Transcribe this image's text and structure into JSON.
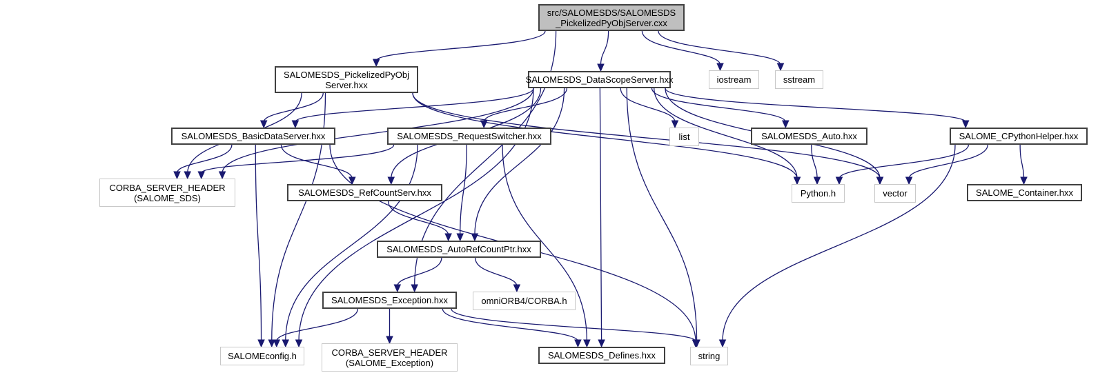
{
  "graph": {
    "type": "include-dependency-graph",
    "edge_color": "#191970",
    "nodes": [
      {
        "id": "root",
        "label": "src/SALOMESDS/SALOMESDS\n_PickelizedPyObjServer.cxx",
        "kind": "root"
      },
      {
        "id": "pickhxx",
        "label": "SALOMESDS_PickelizedPyObj\nServer.hxx",
        "kind": "documented"
      },
      {
        "id": "dss",
        "label": "SALOMESDS_DataScopeServer.hxx",
        "kind": "documented"
      },
      {
        "id": "iostream",
        "label": "iostream",
        "kind": "external"
      },
      {
        "id": "sstream",
        "label": "sstream",
        "kind": "external"
      },
      {
        "id": "bds",
        "label": "SALOMESDS_BasicDataServer.hxx",
        "kind": "documented"
      },
      {
        "id": "rsw",
        "label": "SALOMESDS_RequestSwitcher.hxx",
        "kind": "documented"
      },
      {
        "id": "list",
        "label": "list",
        "kind": "external"
      },
      {
        "id": "auto",
        "label": "SALOMESDS_Auto.hxx",
        "kind": "documented"
      },
      {
        "id": "cpy",
        "label": "SALOME_CPythonHelper.hxx",
        "kind": "documented"
      },
      {
        "id": "corbasds",
        "label": "CORBA_SERVER_HEADER\n(SALOME_SDS)",
        "kind": "external"
      },
      {
        "id": "rcs",
        "label": "SALOMESDS_RefCountServ.hxx",
        "kind": "documented"
      },
      {
        "id": "python",
        "label": "Python.h",
        "kind": "external"
      },
      {
        "id": "vector",
        "label": "vector",
        "kind": "external"
      },
      {
        "id": "container",
        "label": "SALOME_Container.hxx",
        "kind": "documented"
      },
      {
        "id": "arcp",
        "label": "SALOMESDS_AutoRefCountPtr.hxx",
        "kind": "documented"
      },
      {
        "id": "exc",
        "label": "SALOMESDS_Exception.hxx",
        "kind": "documented"
      },
      {
        "id": "omni",
        "label": "omniORB4/CORBA.h",
        "kind": "external"
      },
      {
        "id": "config",
        "label": "SALOMEconfig.h",
        "kind": "external"
      },
      {
        "id": "corbaexc",
        "label": "CORBA_SERVER_HEADER\n(SALOME_Exception)",
        "kind": "external"
      },
      {
        "id": "defines",
        "label": "SALOMESDS_Defines.hxx",
        "kind": "documented"
      },
      {
        "id": "string",
        "label": "string",
        "kind": "external"
      }
    ],
    "edges": [
      [
        "root",
        "pickhxx"
      ],
      [
        "root",
        "dss"
      ],
      [
        "root",
        "iostream"
      ],
      [
        "root",
        "sstream"
      ],
      [
        "root",
        "exc"
      ],
      [
        "pickhxx",
        "bds"
      ],
      [
        "pickhxx",
        "corbasds"
      ],
      [
        "pickhxx",
        "config"
      ],
      [
        "pickhxx",
        "python"
      ],
      [
        "pickhxx",
        "vector"
      ],
      [
        "dss",
        "bds"
      ],
      [
        "dss",
        "rsw"
      ],
      [
        "dss",
        "list"
      ],
      [
        "dss",
        "auto"
      ],
      [
        "dss",
        "cpy"
      ],
      [
        "dss",
        "corbasds"
      ],
      [
        "dss",
        "rcs"
      ],
      [
        "dss",
        "arcp"
      ],
      [
        "dss",
        "python"
      ],
      [
        "dss",
        "vector"
      ],
      [
        "dss",
        "defines"
      ],
      [
        "dss",
        "string"
      ],
      [
        "dss",
        "config"
      ],
      [
        "bds",
        "corbasds"
      ],
      [
        "bds",
        "rcs"
      ],
      [
        "bds",
        "config"
      ],
      [
        "bds",
        "string"
      ],
      [
        "rsw",
        "corbasds"
      ],
      [
        "rsw",
        "arcp"
      ],
      [
        "rsw",
        "config"
      ],
      [
        "rsw",
        "defines"
      ],
      [
        "auto",
        "python"
      ],
      [
        "cpy",
        "python"
      ],
      [
        "cpy",
        "vector"
      ],
      [
        "cpy",
        "container"
      ],
      [
        "cpy",
        "string"
      ],
      [
        "rcs",
        "arcp"
      ],
      [
        "arcp",
        "exc"
      ],
      [
        "arcp",
        "omni"
      ],
      [
        "exc",
        "config"
      ],
      [
        "exc",
        "corbaexc"
      ],
      [
        "exc",
        "defines"
      ],
      [
        "exc",
        "string"
      ]
    ]
  }
}
